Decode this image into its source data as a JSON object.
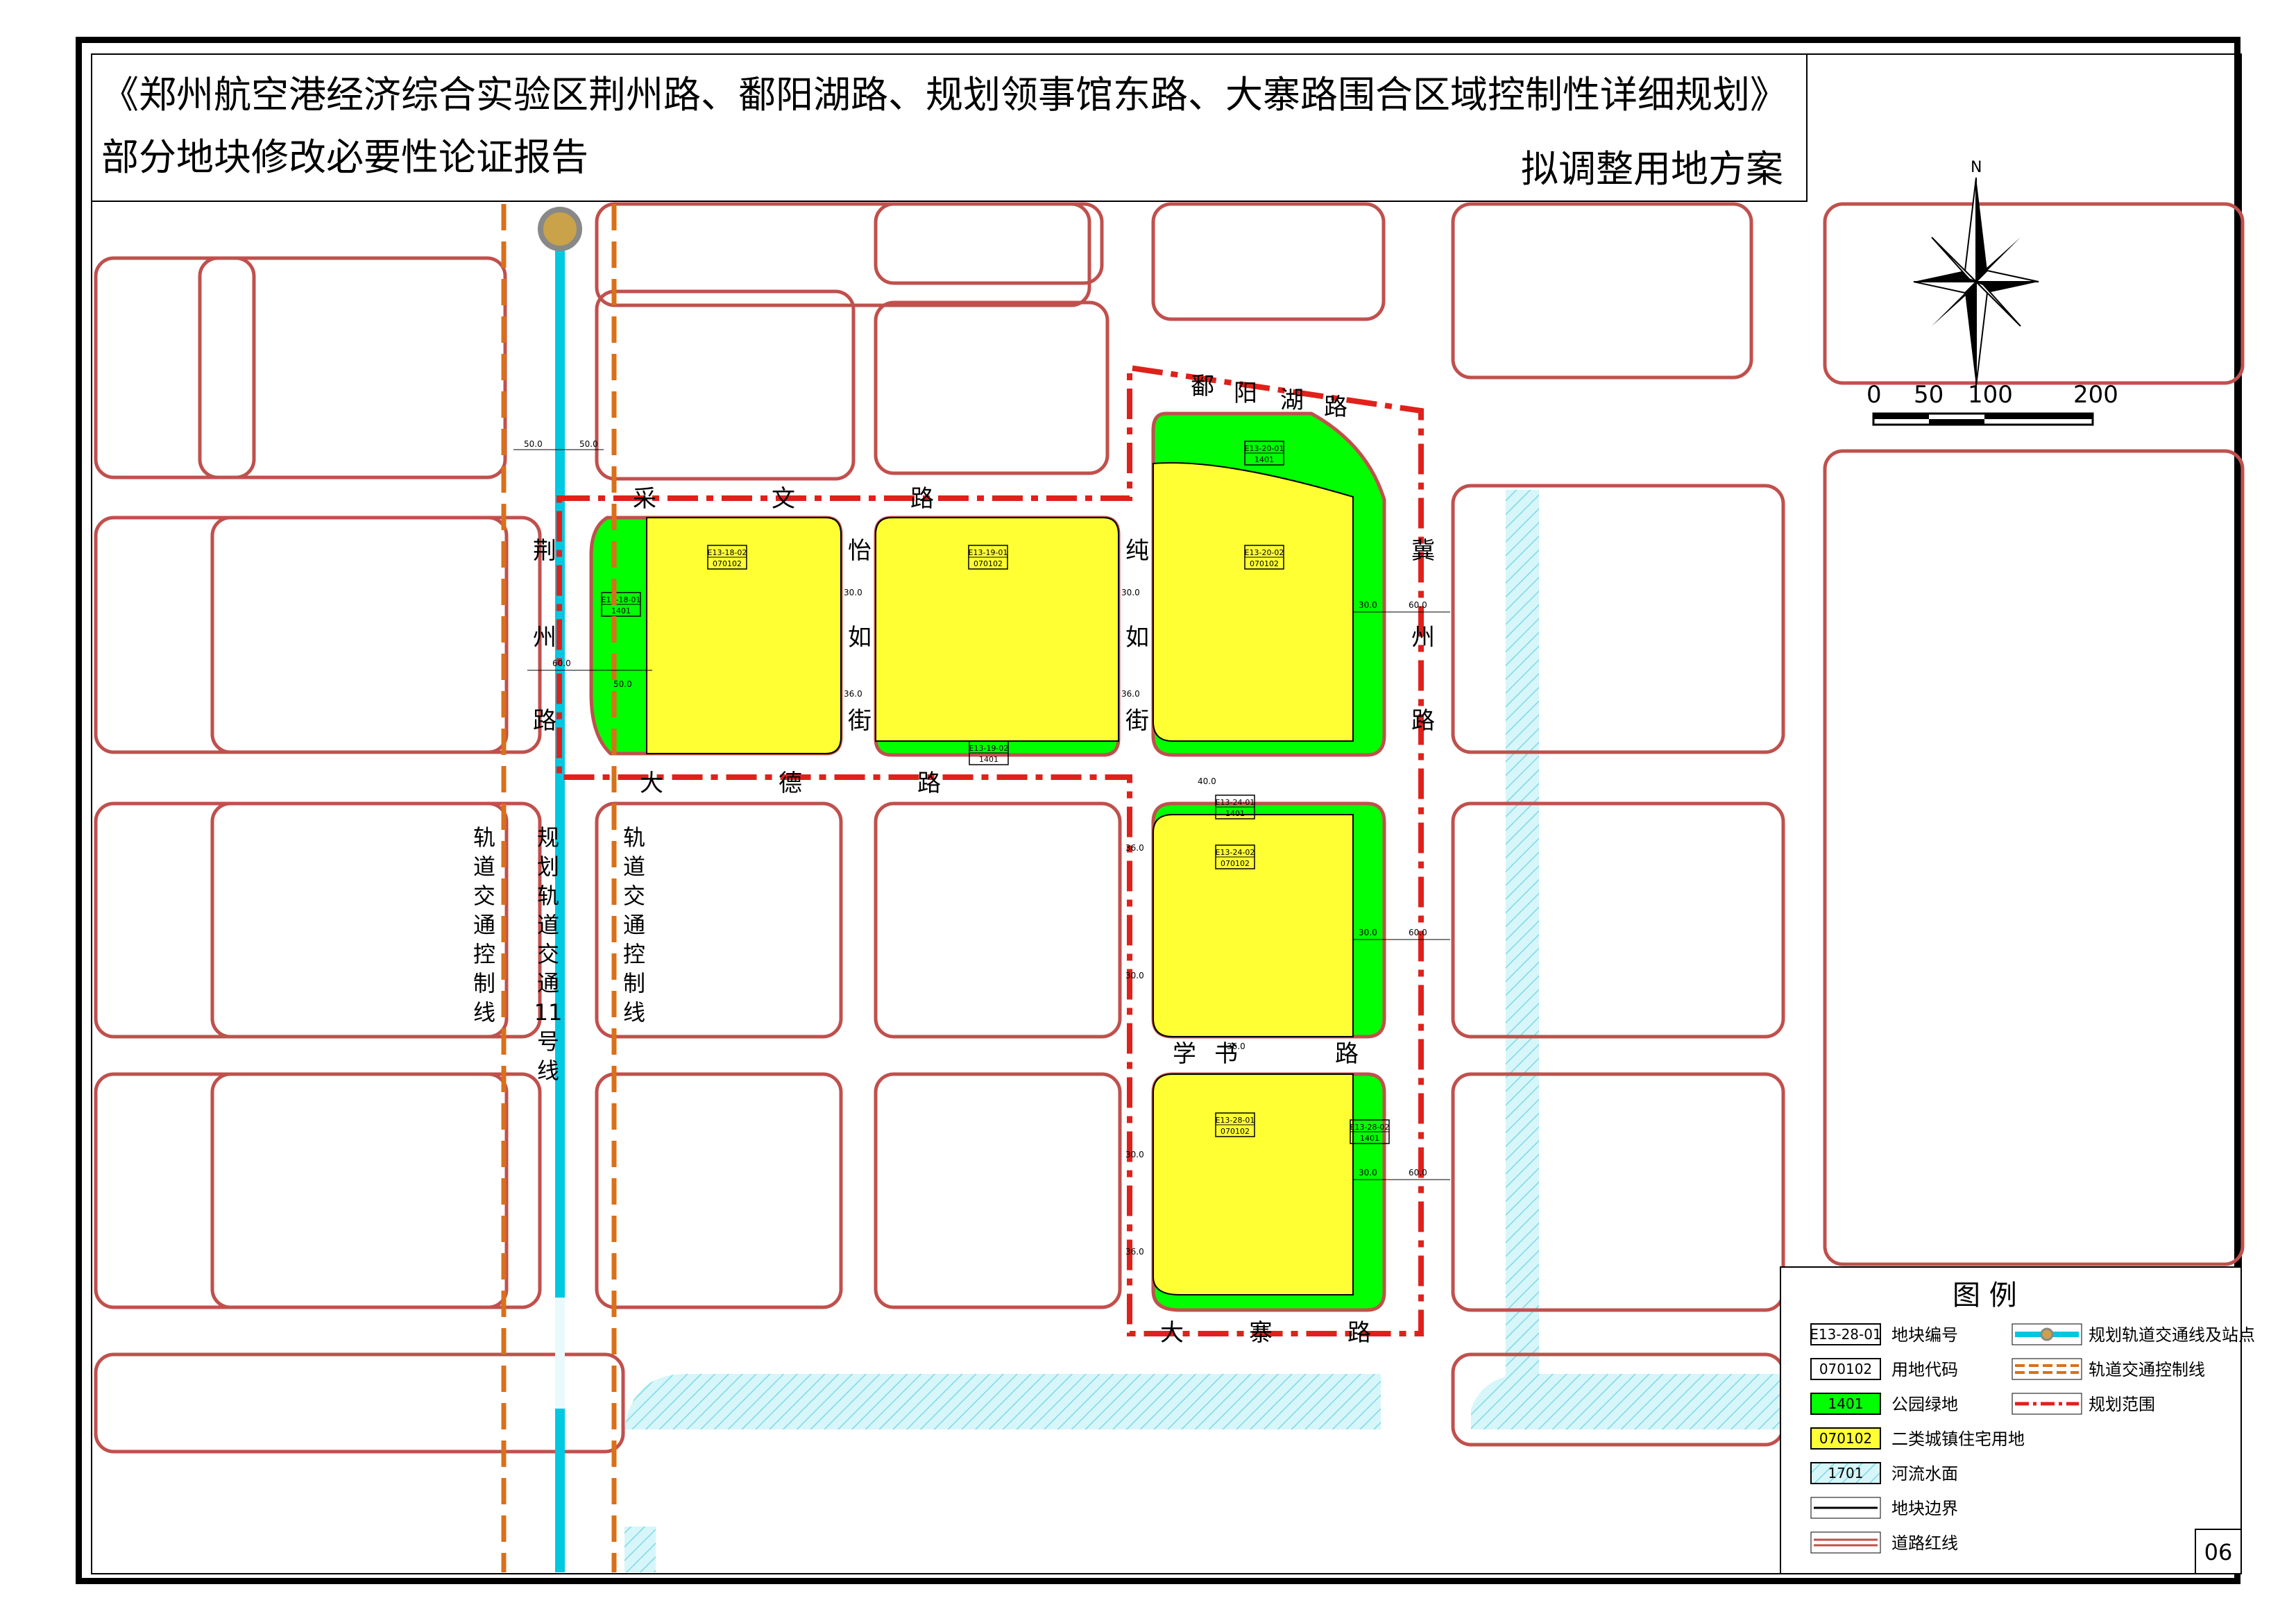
{
  "title": {
    "line1": "《郑州航空港经济综合实验区荆州路、鄱阳湖路、规划领事馆东路、大寨路围合区域控制性详细规划》",
    "line2": "部分地块修改必要性论证报告",
    "subtitle": "拟调整用地方案"
  },
  "north": {
    "label": "N"
  },
  "scale_bar": {
    "ticks": [
      "0",
      "50",
      "100",
      "200"
    ]
  },
  "roads": {
    "caiwen": [
      "采",
      "文",
      "路"
    ],
    "poyanghu": [
      "鄱",
      "阳",
      "湖",
      "路"
    ],
    "jingzhou": [
      "荆",
      "州",
      "路"
    ],
    "yiru": [
      "怡",
      "如",
      "街"
    ],
    "chunru": [
      "纯",
      "如",
      "街"
    ],
    "jizhou": [
      "冀",
      "州",
      "路"
    ],
    "dade": [
      "大",
      "德",
      "路"
    ],
    "xueshu": [
      "学",
      "书",
      "路"
    ],
    "dazhai": [
      "大",
      "寨",
      "路"
    ]
  },
  "vertical_labels": {
    "control_left": [
      "轨",
      "道",
      "交",
      "通",
      "控",
      "制",
      "线"
    ],
    "metro": [
      "规",
      "划",
      "轨",
      "道",
      "交",
      "通",
      "11",
      "号",
      "线"
    ],
    "control_right": [
      "轨",
      "道",
      "交",
      "通",
      "控",
      "制",
      "线"
    ]
  },
  "parcels": [
    {
      "id": "E13-18-02",
      "code": "070102"
    },
    {
      "id": "E13-18-01",
      "code": "1401"
    },
    {
      "id": "E13-19-01",
      "code": "070102"
    },
    {
      "id": "E13-19-02",
      "code": "1401"
    },
    {
      "id": "E13-20-01",
      "code": "1401"
    },
    {
      "id": "E13-20-02",
      "code": "070102"
    },
    {
      "id": "E13-24-01",
      "code": "1401"
    },
    {
      "id": "E13-24-02",
      "code": "070102"
    },
    {
      "id": "E13-28-01",
      "code": "070102"
    },
    {
      "id": "E13-28-02",
      "code": "1401"
    }
  ],
  "dimensions": {
    "w50a": "50.0",
    "w50b": "50.0",
    "w60a": "60.0",
    "w60b": "60.0",
    "w60c": "60.0",
    "w60d": "60.0",
    "w30a": "30.0",
    "w30b": "30.0",
    "w30c": "30.0",
    "w30d": "30.0",
    "w30e": "30.0",
    "w30f": "30.0",
    "w36a": "36.0",
    "w36b": "36.0",
    "w36c": "36.0",
    "w36d": "36.0",
    "w36e": "36.0",
    "w40": "40.0",
    "w50c": "50.0",
    "w30g": "30.0"
  },
  "legend": {
    "title": "图    例",
    "items": [
      {
        "swatch": "E13-28-01",
        "label": "地块编号"
      },
      {
        "swatch": "070102",
        "label": "用地代码"
      },
      {
        "swatch": "1401",
        "label": "公园绿地"
      },
      {
        "swatch": "070102",
        "label": "二类城镇住宅用地"
      },
      {
        "swatch": "1701",
        "label": "河流水面"
      },
      {
        "swatch": "",
        "label": "地块边界"
      },
      {
        "swatch": "",
        "label": "道路红线"
      },
      {
        "swatch": "",
        "label": "规划轨道交通线及站点"
      },
      {
        "swatch": "",
        "label": "轨道交通控制线"
      },
      {
        "swatch": "",
        "label": "规划范围"
      }
    ]
  },
  "page_number": "06",
  "colors": {
    "road_red": "#c0504d",
    "green": "#00ff00",
    "yellow": "#ffff33",
    "metro_cyan": "#00c8e0",
    "control_orange": "#d9701a",
    "boundary_red": "#e0211b",
    "water": "#bfeef5"
  }
}
